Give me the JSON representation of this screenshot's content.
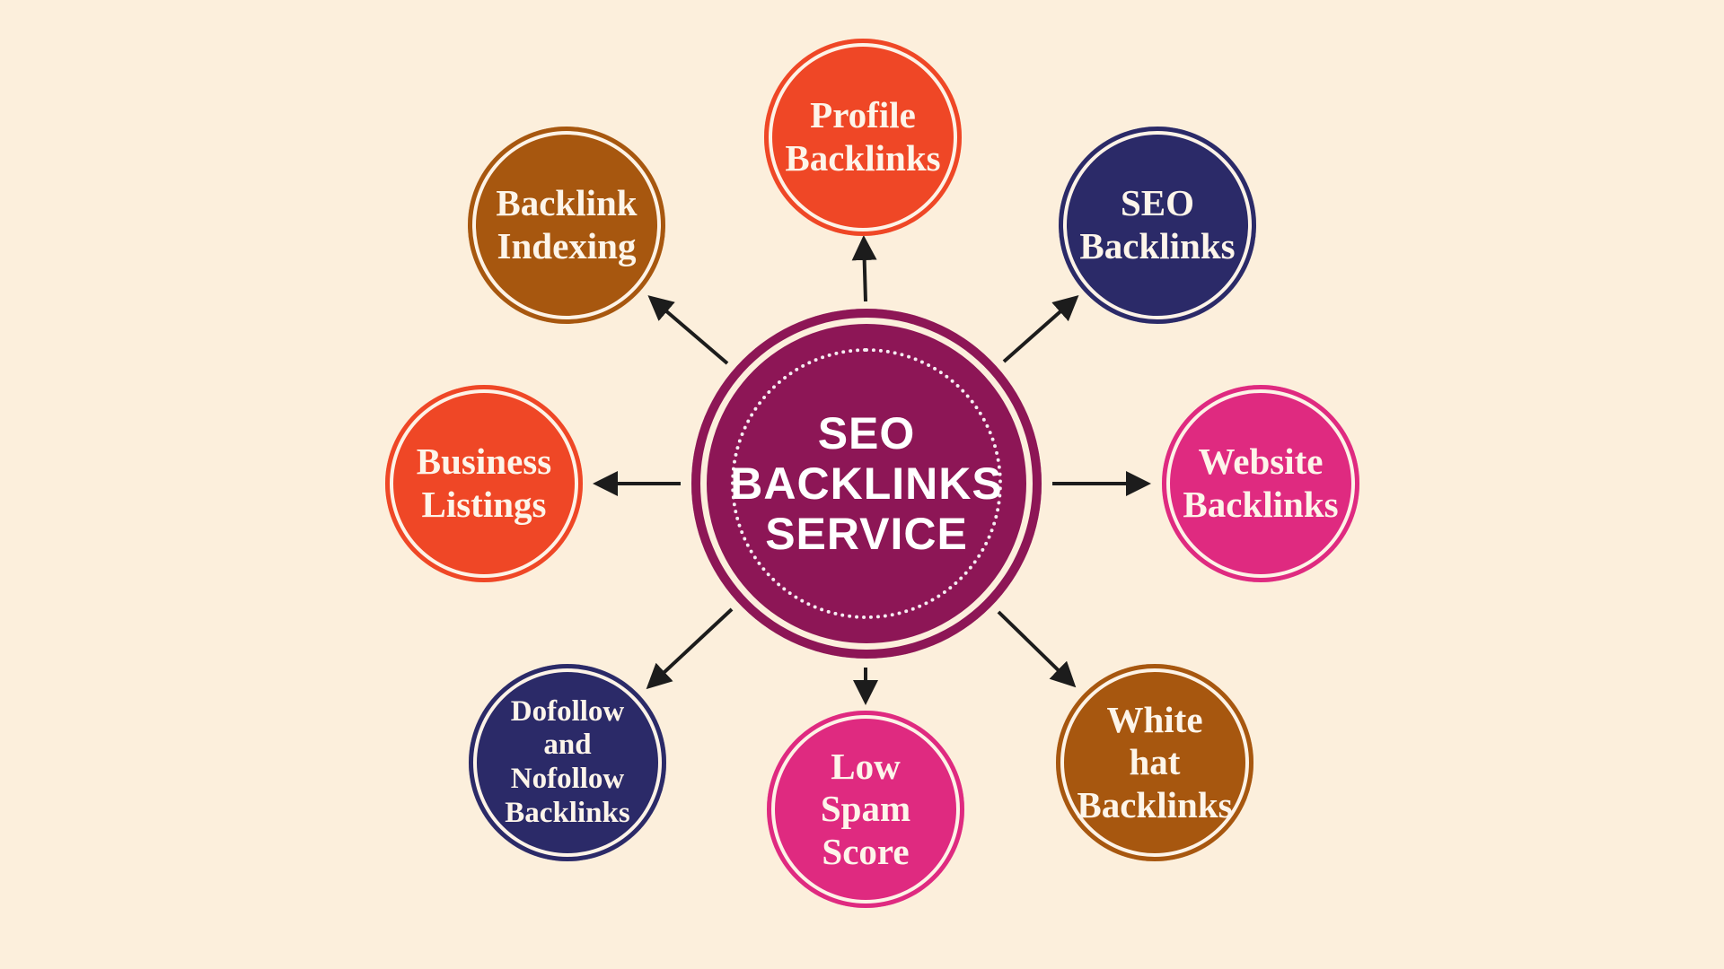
{
  "diagram": {
    "background": "#fcefdc",
    "arrow_color": "#1c1c1c",
    "label_text_color": "#fdf5ea",
    "center": {
      "label": "SEO\nBACKLINKS\nSERVICE",
      "color": "#8d1656",
      "text_color": "#ffffff"
    },
    "nodes": [
      {
        "id": "profile-backlinks",
        "label": "Profile\nBacklinks",
        "color": "#ef4726",
        "position": "top"
      },
      {
        "id": "seo-backlinks",
        "label": "SEO\nBacklinks",
        "color": "#2b2a68",
        "position": "top-right"
      },
      {
        "id": "website-backlinks",
        "label": "Website\nBacklinks",
        "color": "#df2a80",
        "position": "right"
      },
      {
        "id": "white-hat-backlinks",
        "label": "White\nhat\nBacklinks",
        "color": "#a7570f",
        "position": "bottom-right"
      },
      {
        "id": "low-spam-score",
        "label": "Low\nSpam\nScore",
        "color": "#df2a80",
        "position": "bottom"
      },
      {
        "id": "dofollow-nofollow-backlinks",
        "label": "Dofollow\nand\nNofollow\nBacklinks",
        "color": "#2b2a68",
        "position": "bottom-left"
      },
      {
        "id": "business-listings",
        "label": "Business\nListings",
        "color": "#ef4726",
        "position": "left"
      },
      {
        "id": "backlink-indexing",
        "label": "Backlink\nIndexing",
        "color": "#a7570f",
        "position": "top-left"
      }
    ]
  }
}
